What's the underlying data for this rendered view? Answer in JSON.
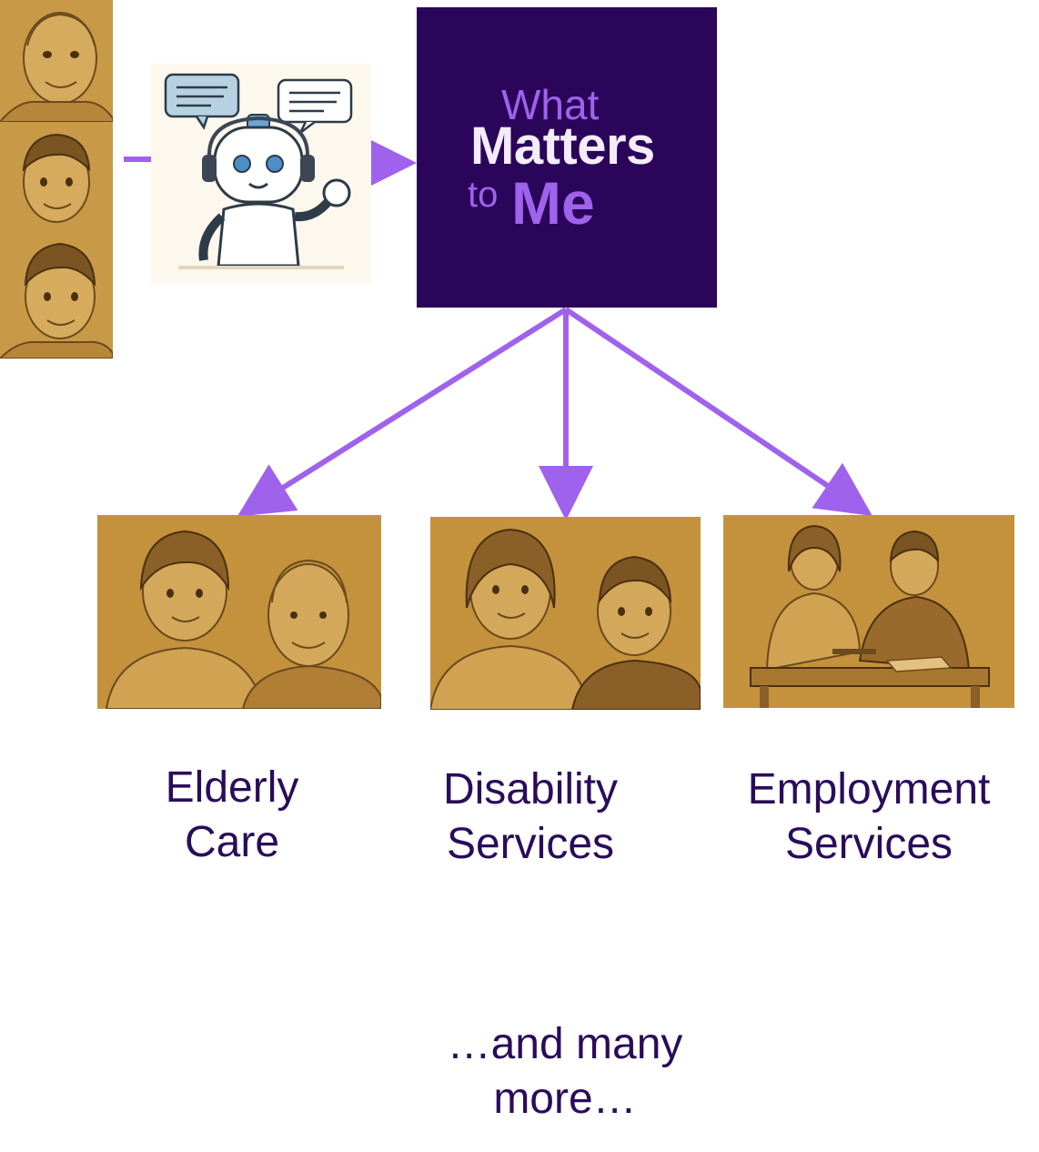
{
  "logo": {
    "line1": "What",
    "line2": "Matters",
    "line3a": "to",
    "line3b": "Me"
  },
  "services": [
    {
      "line1": "Elderly",
      "line2": "Care"
    },
    {
      "line1": "Disability",
      "line2": "Services"
    },
    {
      "line1": "Employment",
      "line2": "Services"
    }
  ],
  "more": {
    "line1": "…and many",
    "line2": "more…"
  },
  "colors": {
    "accent": "#9f62ec",
    "brand_bg": "#2a0559",
    "label_text": "#2a0c5b",
    "sepia": "#c4923c"
  }
}
